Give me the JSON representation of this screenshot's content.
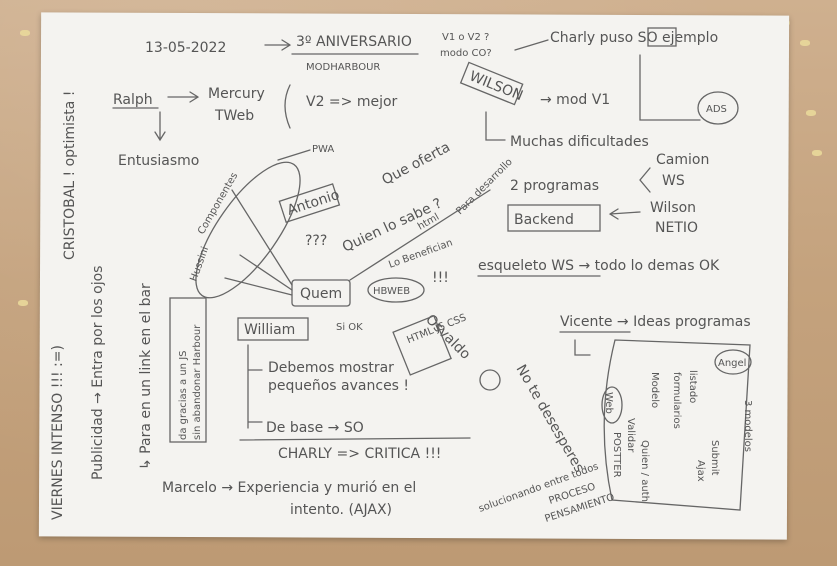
{
  "notes": {
    "date": "13-05-2022",
    "anniversary": "3º ANIVERSARIO",
    "company": "MODHARBOUR",
    "ralph": "Ralph",
    "mercury": "Mercury",
    "tweb": "TWeb",
    "v2": "V2 => mejor",
    "v1v2": "V1 o V2 ?",
    "modo_co": "modo CO?",
    "charly_puso": "Charly puso SO ejemplo",
    "wilson": "WILSON",
    "mod_v1": "→ mod V1",
    "ads": "ADS",
    "muchas": "Muchas dificultades",
    "entusiasmo": "Entusiasmo",
    "pwa": "PWA",
    "que_oferta": "Que oferta",
    "antonio": "Antonio",
    "quien_lo_sabe": "Quien lo sabe ?",
    "html": "html",
    "para_desarrollo": "Para desarrollo",
    "lo_benefician": "Lo Benefician",
    "componentes": "Componentes",
    "hussini": "Hussini",
    "qqq": "???",
    "quem": "Quem",
    "hbweb": "HBWEB",
    "dos_programas": "2 programas",
    "camion": "Camion",
    "ws": "WS",
    "backend": "Backend",
    "wilson_netio": "Wilson",
    "netio": "NETIO",
    "esqueleto": "esqueleto WS → todo lo demas OK",
    "vicente": "Vicente → Ideas programas",
    "angel": "Angel",
    "tres_modelos": "3 modelos",
    "listado": "listado",
    "formularios": "formularios",
    "modelo": "Modelo",
    "submit": "Submit",
    "ajax": "Ajax",
    "web": "Web",
    "quien_auth": "Quien / auth",
    "validar": "Validar",
    "postter": "POSTTER",
    "osvaldo": "Osvaldo",
    "no_te": "No te desesperes",
    "william": "William",
    "si_ok": "Si OK",
    "html_js_css": "HTML JS CSS",
    "debemos": "Debemos mostrar",
    "pequenos": "pequeños avances !",
    "de_base": "De base → SO",
    "charly": "CHARLY => CRITICA !!!",
    "marcelo": "Marcelo → Experiencia y murió en el",
    "intento": "intento. (AJAX)",
    "solucionando": "solucionando entre todos",
    "proceso": "PROCESO",
    "pensamiento": "PENSAMIENTO",
    "viernes": "VIERNES INTENSO !!! :=)",
    "cristobal": "CRISTOBAL ! optimista !",
    "publicidad": "Publicidad → Entra por los ojos",
    "para_en_link": "↳ Para en un link en el bar",
    "da_gracias": "da gracias a un JS",
    "sin_abandonar": "sin abandonar Harbour"
  }
}
